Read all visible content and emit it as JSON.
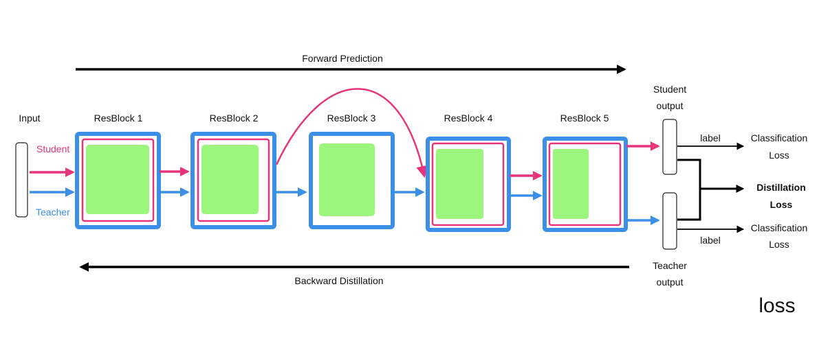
{
  "colors": {
    "student": "#e8347a",
    "teacher": "#3b8fe6",
    "feature": "#9cf57c",
    "line": "#000000"
  },
  "arrows": {
    "forward": "Forward Prediction",
    "backward": "Backward Distillation"
  },
  "input": {
    "label": "Input",
    "student": "Student",
    "teacher": "Teacher"
  },
  "blocks": [
    {
      "label": "ResBlock 1"
    },
    {
      "label": "ResBlock 2"
    },
    {
      "label": "ResBlock 3"
    },
    {
      "label": "ResBlock 4"
    },
    {
      "label": "ResBlock 5"
    }
  ],
  "outputs": {
    "student": {
      "line1": "Student",
      "line2": "output"
    },
    "teacher": {
      "line1": "Teacher",
      "line2": "output"
    }
  },
  "losses": {
    "label_top": "label",
    "label_bottom": "label",
    "classification_top": {
      "line1": "Classification",
      "line2": "Loss"
    },
    "distillation": {
      "line1": "Distillation",
      "line2": "Loss"
    },
    "classification_bottom": {
      "line1": "Classification",
      "line2": "Loss"
    }
  },
  "footer": "loss"
}
